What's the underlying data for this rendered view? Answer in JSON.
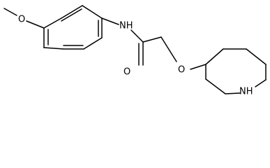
{
  "molecule": {
    "atoms": {
      "methoxy_oxygen": "O",
      "amide_nitrogen": "NH",
      "carbonyl_oxygen": "O",
      "ether_oxygen": "O",
      "piperidine_nitrogen": "NH"
    }
  },
  "colors": {
    "bond": "#000000",
    "text": "#000000",
    "background": "#ffffff"
  }
}
